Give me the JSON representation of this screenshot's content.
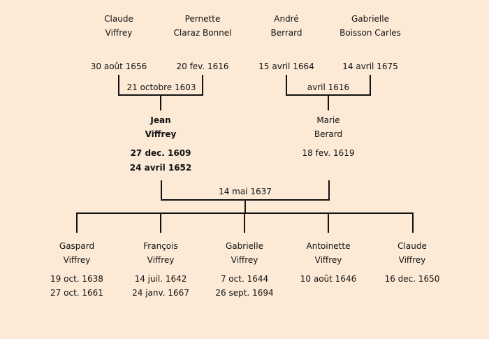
{
  "grandparents": [
    {
      "first": "Claude",
      "last": "Viffrey",
      "date": "30 août 1656"
    },
    {
      "first": "Pernette",
      "last": "Claraz Bonnel",
      "date": "20 fev. 1616"
    },
    {
      "first": "André",
      "last": "Berrard",
      "date": "15 avril 1664"
    },
    {
      "first": "Gabrielle",
      "last": "Boisson Carles",
      "date": "14 avril 1675"
    }
  ],
  "grandparent_marriages": [
    "21 octobre 1603",
    "avril 1616"
  ],
  "parents": [
    {
      "first": "Jean",
      "last": "Viffrey",
      "date1": "27 dec. 1609",
      "date2": "24 avril 1652"
    },
    {
      "first": "Marie",
      "last": "Berard",
      "date1": "18 fev. 1619"
    }
  ],
  "parent_marriage": "14 mai 1637",
  "children": [
    {
      "first": "Gaspard",
      "last": "Viffrey",
      "date1": "19 oct. 1638",
      "date2": "27 oct. 1661"
    },
    {
      "first": "François",
      "last": "Viffrey",
      "date1": "14 juil. 1642",
      "date2": "24 janv. 1667"
    },
    {
      "first": "Gabrielle",
      "last": "Viffrey",
      "date1": "7 oct. 1644",
      "date2": "26 sept. 1694"
    },
    {
      "first": "Antoinette",
      "last": "Viffrey",
      "date1": "10 août 1646"
    },
    {
      "first": "Claude",
      "last": "Viffrey",
      "date1": "16 dec. 1650"
    }
  ]
}
